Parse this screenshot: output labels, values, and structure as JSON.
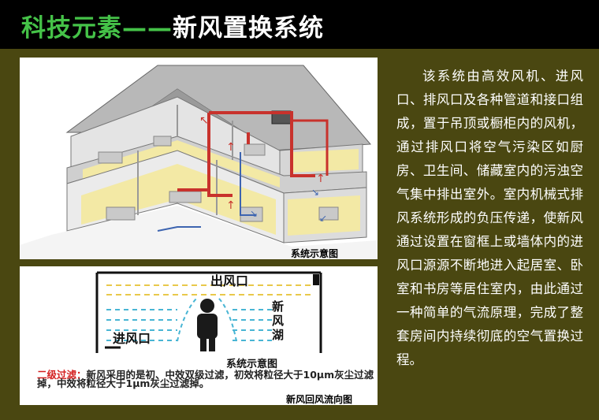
{
  "title": {
    "part1": "科技元素",
    "dash": "——",
    "part2": "新风置换系统"
  },
  "figure_top": {
    "caption": "系统示意图"
  },
  "figure_bottom": {
    "outlet_label": "出风口",
    "inlet_label": "进风口",
    "fresh_air_label_1": "新",
    "fresh_air_label_2": "风",
    "fresh_air_label_3": "湖",
    "inner_caption": "系统示意图",
    "note_highlight": "二级过滤：",
    "note_text": "新风采用的是初、中效双级过滤，初效将粒径大于10μm灰尘过滤掉，中效将粒径大于1μm灰尘过滤掉。",
    "caption": "新风回风流向图"
  },
  "description": "该系统由高效风机、进风口、排风口及各种管道和接口组成，置于吊顶或橱柜内的风机，通过排风口将空气污染区如厨房、卫生间、储藏室内的污浊空气集中排出室外。室内机械式排风系统形成的负压传递，使新风通过设置在窗框上或墙体内的进风口源源不断地进入起居室、卧室和书房等居住室内，由此通过一种简单的气流原理，完成了整套房间内持续彻底的空气置换过程。",
  "colors": {
    "title_green": "#45c248",
    "panel_bg": "#4a4711",
    "duct_red": "#c8322c",
    "duct_blue": "#3d64b0",
    "floor_yellow": "#f3e9a5"
  }
}
